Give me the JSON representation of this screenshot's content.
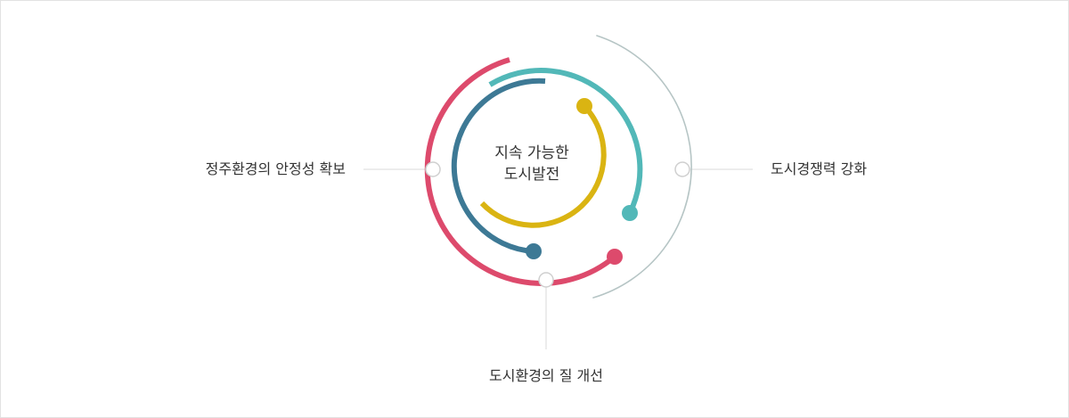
{
  "center": {
    "line1": "지속 가능한",
    "line2": "도시발전"
  },
  "goals": {
    "left": "정주환경의 안정성 확보",
    "right": "도시경쟁력 강화",
    "bottom": "도시환경의 질 개선"
  },
  "colors": {
    "red": "#dd4a6c",
    "teal": "#52b8b8",
    "blue": "#3d7995",
    "yellow": "#dab412",
    "gray": "#b6c5c5",
    "connector": "#d8d8d8"
  }
}
